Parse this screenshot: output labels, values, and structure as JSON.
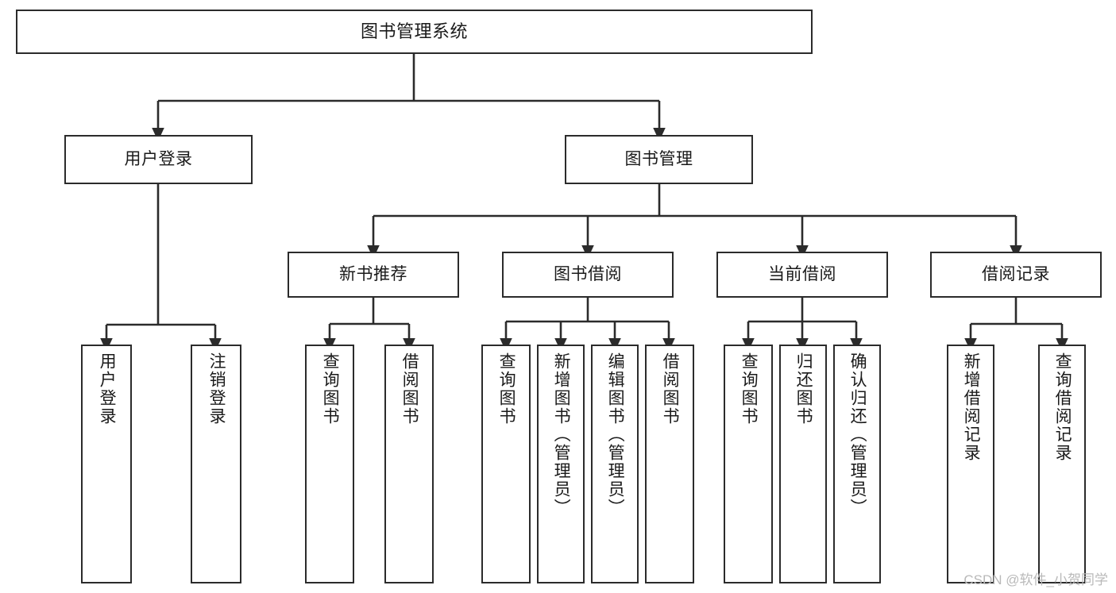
{
  "diagram": {
    "title": "图书管理系统",
    "type": "tree-hierarchy",
    "orientation": "top-down",
    "colors": {
      "node_border": "#2b2b2b",
      "node_fill": "#ffffff",
      "edge": "#2b2b2b",
      "text": "#1a1a1a",
      "watermark": "#b9b9b9",
      "background": "#ffffff"
    },
    "root": {
      "label": "图书管理系统"
    },
    "level2": [
      {
        "label": "用户登录"
      },
      {
        "label": "图书管理"
      }
    ],
    "level3": [
      {
        "label": "新书推荐"
      },
      {
        "label": "图书借阅"
      },
      {
        "label": "当前借阅"
      },
      {
        "label": "借阅记录"
      }
    ],
    "leaves": {
      "user_login": [
        {
          "label": "用户登录"
        },
        {
          "label": "注销登录"
        }
      ],
      "new_book_recommend": [
        {
          "label": "查询图书"
        },
        {
          "label": "借阅图书"
        }
      ],
      "book_borrow": [
        {
          "label": "查询图书"
        },
        {
          "label": "新增图书（管理员）"
        },
        {
          "label": "编辑图书（管理员）"
        },
        {
          "label": "借阅图书"
        }
      ],
      "current_borrow": [
        {
          "label": "查询图书"
        },
        {
          "label": "归还图书"
        },
        {
          "label": "确认归还（管理员）"
        }
      ],
      "borrow_record": [
        {
          "label": "新增借阅记录"
        },
        {
          "label": "查询借阅记录"
        }
      ]
    }
  },
  "watermark": {
    "text": "CSDN @软件_小贺同学"
  }
}
